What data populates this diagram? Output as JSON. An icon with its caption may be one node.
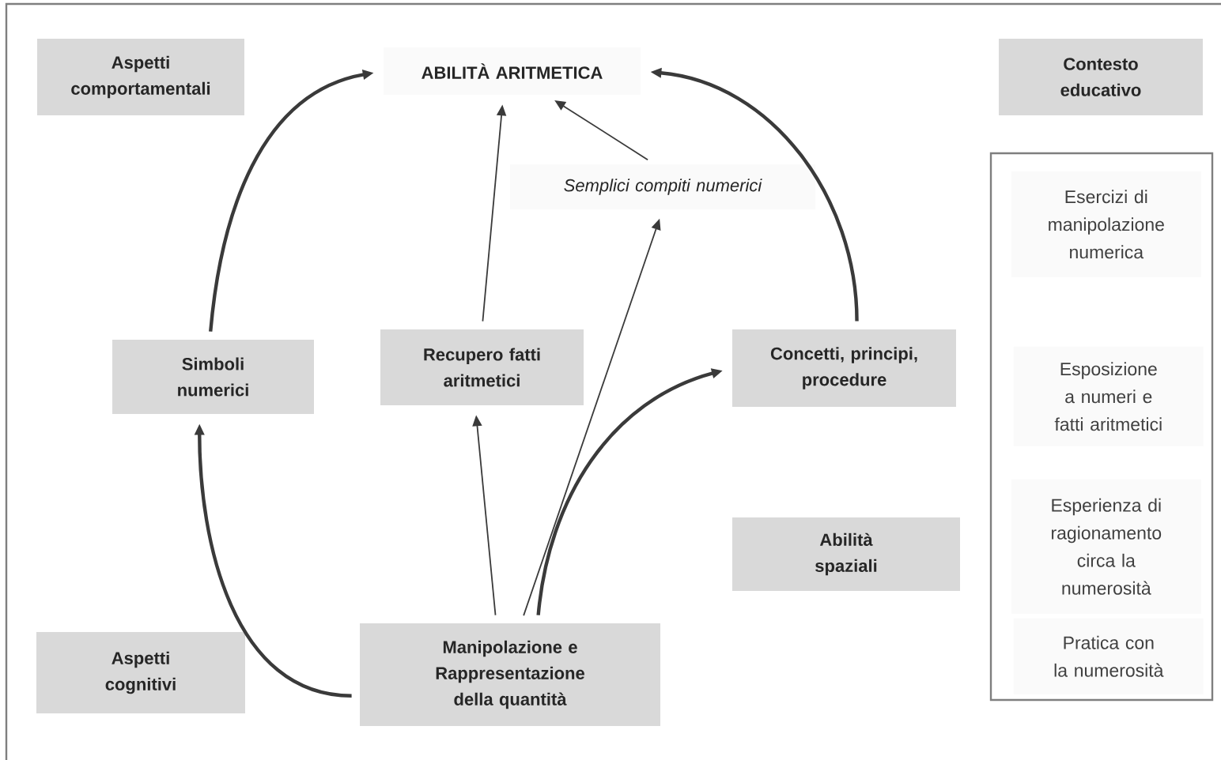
{
  "diagram": {
    "nodes": [
      {
        "text": [
          "Aspetti comportamentali"
        ]
      },
      {
        "text": [
          "ABILITÀ ARITMETICA"
        ]
      },
      {
        "text": [
          "Contesto educativo"
        ]
      },
      {
        "text": [],
        "shape": "box"
      },
      {
        "text": [
          "Semplici compiti numerici"
        ]
      },
      {
        "text": [
          "Esercizi di manipolazione numerica"
        ],
        "in": 3
      },
      {
        "text": [
          "Simboli numerici"
        ]
      },
      {
        "text": [
          "Recupero fatti aritmetici"
        ]
      },
      {
        "text": [
          "Concetti, principi, procedure"
        ]
      },
      {
        "text": [
          "Esposizione a numeri e fatti aritmetici"
        ],
        "in": 3
      },
      {
        "text": [
          "Abilità spaziali"
        ]
      },
      {
        "text": [
          "Esperienza di ragionamento circa la numerosità"
        ],
        "in": 3
      },
      {
        "text": [
          "Aspetti cognitivi"
        ]
      },
      {
        "text": [
          "Manipolazione e Rappresentazione della quantità"
        ]
      },
      {
        "text": [
          "Pratica con la numerosità"
        ],
        "in": 3
      }
    ],
    "edges": [
      {
        "from": 6,
        "to": 1,
        "arrow": "to",
        "style": "thick"
      },
      {
        "from": 7,
        "to": 1,
        "arrow": "to"
      },
      {
        "from": 4,
        "to": 1,
        "arrow": "to"
      },
      {
        "from": 8,
        "to": 1,
        "arrow": "to",
        "style": "thick"
      },
      {
        "from": 13,
        "to": 6,
        "arrow": "to",
        "style": "thick"
      },
      {
        "from": 13,
        "to": 7,
        "arrow": "to"
      },
      {
        "from": 13,
        "to": 4,
        "arrow": "to"
      },
      {
        "from": 13,
        "to": 8,
        "arrow": "to",
        "style": "thick"
      }
    ]
  }
}
